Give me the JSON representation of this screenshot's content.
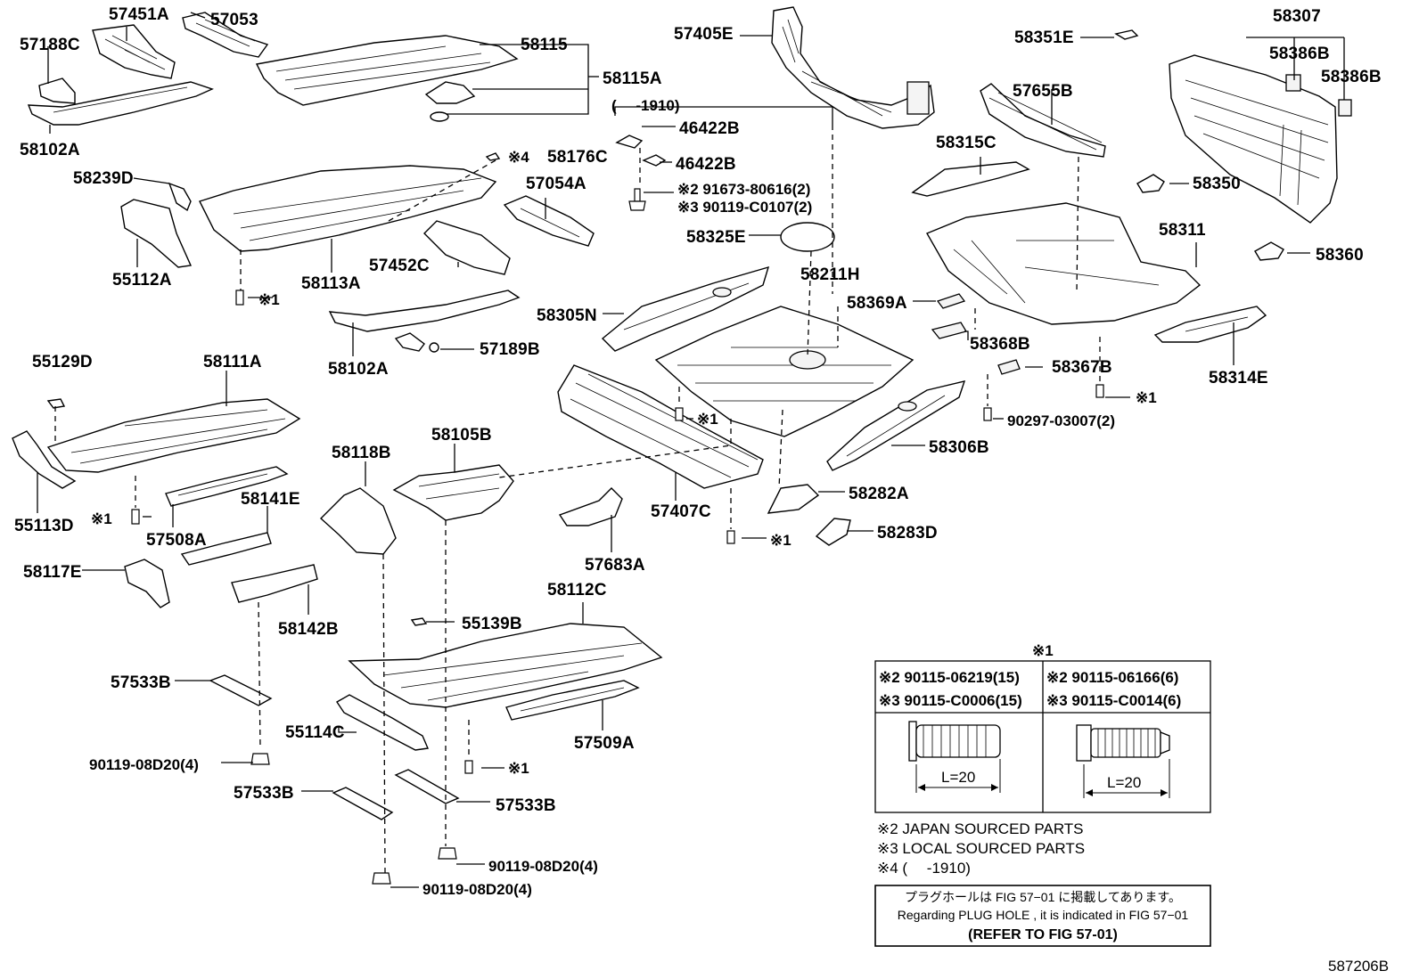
{
  "figure_id": "587206B",
  "labels": {
    "p57451A": "57451A",
    "p57053": "57053",
    "p57188C": "57188C",
    "p58115": "58115",
    "p58115A": "58115A",
    "p58102A_top": "58102A",
    "p57405E": "57405E",
    "p58351E": "58351E",
    "p58307": "58307",
    "p58386B_a": "58386B",
    "p58386B_b": "58386B",
    "p57655B": "57655B",
    "range_1910": "(　  -1910)",
    "p46422B_a": "46422B",
    "p46422B_b": "46422B",
    "p58176C": "58176C",
    "mark4": "※4",
    "p58239D": "58239D",
    "p91673": "※2 91673-80616(2)",
    "p90119_c0107": "※3 90119-C0107(2)",
    "p57054A": "57054A",
    "p58315C": "58315C",
    "p58350": "58350",
    "p58325E": "58325E",
    "p55112A": "55112A",
    "p58113A": "58113A",
    "p57452C": "57452C",
    "mark1_a": "※1",
    "p58211H": "58211H",
    "p58311": "58311",
    "p58360": "58360",
    "p58369A": "58369A",
    "p58305N": "58305N",
    "p58102A_mid": "58102A",
    "p57189B": "57189B",
    "p58368B": "58368B",
    "p58367B": "58367B",
    "p58314E": "58314E",
    "mark1_b": "※1",
    "p90297": "90297-03007(2)",
    "p55129D": "55129D",
    "p58111A": "58111A",
    "mark1_c": "※1",
    "p58306B": "58306B",
    "p58105B": "58105B",
    "p58118B": "58118B",
    "p58282A": "58282A",
    "p55113D": "55113D",
    "p58141E": "58141E",
    "mark1_d": "※1",
    "p57508A": "57508A",
    "p57407C": "57407C",
    "p58283D": "58283D",
    "mark1_e": "※1",
    "p58117E": "58117E",
    "p57683A": "57683A",
    "p58112C": "58112C",
    "p58142B": "58142B",
    "p55139B": "55139B",
    "p57533B_a": "57533B",
    "p55114C": "55114C",
    "p57509A": "57509A",
    "mark1_f": "※1",
    "p90119_08D20_a": "90119-08D20(4)",
    "p57533B_b": "57533B",
    "p57533B_c": "57533B",
    "p90119_08D20_b": "90119-08D20(4)",
    "p90119_08D20_c": "90119-08D20(4)"
  },
  "table": {
    "header": "※1",
    "row1_left": "※2  90115-06219(15)",
    "row1_right": "※2  90115-06166(6)",
    "row2_left": "※3  90115-C0006(15)",
    "row2_right": "※3  90115-C0014(6)",
    "dim_left": "L=20",
    "dim_right": "L=20"
  },
  "notes": {
    "n2": "※2  JAPAN SOURCED PARTS",
    "n3": "※3  LOCAL SOURCED PARTS",
    "n4": "※4  (　  -1910)"
  },
  "box": {
    "line1": "プラグホールは FIG 57−01 に掲載してあります。",
    "line2": "Regarding  PLUG  HOLE , it is indicated in FIG  57−01",
    "line3": "(REFER TO FIG 57-01)"
  }
}
